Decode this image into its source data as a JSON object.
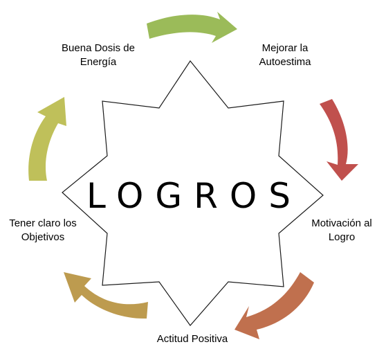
{
  "center": {
    "title": "LOGROS"
  },
  "nodes": [
    {
      "line1": "Buena Dosis de",
      "line2": "Energía"
    },
    {
      "line1": "Mejorar la",
      "line2": "Autoestima"
    },
    {
      "line1": "Motivación al",
      "line2": "Logro"
    },
    {
      "line1": "Actitud Positiva",
      "line2": ""
    },
    {
      "line1": "Tener claro los",
      "line2": "Objetivos"
    }
  ],
  "arrows": [
    {
      "name": "green",
      "color": "#9bbb59"
    },
    {
      "name": "red",
      "color": "#c0504d"
    },
    {
      "name": "orange",
      "color": "#c0704e"
    },
    {
      "name": "tan",
      "color": "#bd9b4f"
    },
    {
      "name": "olive",
      "color": "#bfc05a"
    }
  ]
}
